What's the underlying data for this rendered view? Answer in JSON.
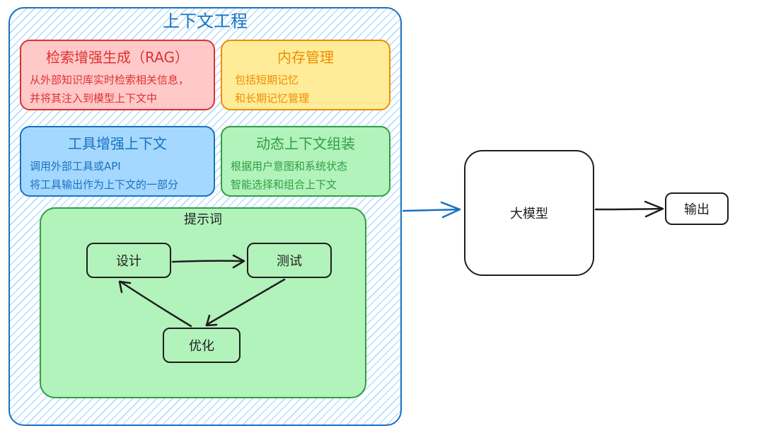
{
  "diagram": {
    "title": "上下文工程",
    "rag": {
      "title": "检索增强生成（RAG）",
      "lines": [
        "从外部知识库实时检索相关信息，",
        "并将其注入到模型上下文中"
      ]
    },
    "memory": {
      "title": "内存管理",
      "lines": [
        "包括短期记忆",
        "和长期记忆管理"
      ]
    },
    "tools": {
      "title": "工具增强上下文",
      "lines": [
        "调用外部工具或API",
        "将工具输出作为上下文的一部分"
      ]
    },
    "dynamic": {
      "title": "动态上下文组装",
      "lines": [
        "根据用户意图和系统状态",
        "智能选择和组合上下文"
      ]
    },
    "prompt": {
      "title": "提示词",
      "nodes": {
        "design": "设计",
        "test": "测试",
        "optimize": "优化"
      }
    },
    "llm": "大模型",
    "output": "输出"
  },
  "colors": {
    "blue": "#1971c2",
    "red": "#e03131",
    "orange": "#f08c00",
    "green": "#2f9e44",
    "dark": "#1e1e1e"
  }
}
